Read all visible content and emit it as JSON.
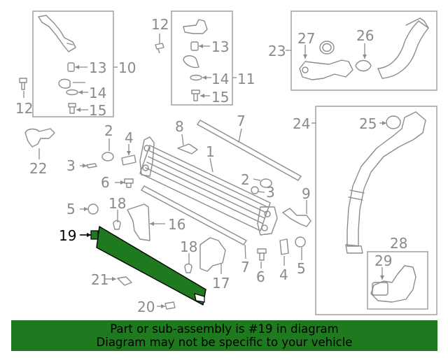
{
  "highlight": {
    "part_number": "19",
    "color": "#1f7a1f"
  },
  "labels": {
    "l1": "1",
    "l2a": "2",
    "l2b": "2",
    "l3a": "3",
    "l3b": "3",
    "l4a": "4",
    "l4b": "4",
    "l5a": "5",
    "l5b": "5",
    "l6a": "6",
    "l6b": "6",
    "l7a": "7",
    "l7b": "7",
    "l8": "8",
    "l9": "9",
    "l10": "10",
    "l11": "11",
    "l12a": "12",
    "l12b": "12",
    "l13a": "13",
    "l13b": "13",
    "l14a": "14",
    "l14b": "14",
    "l15a": "15",
    "l15b": "15",
    "l16": "16",
    "l17": "17",
    "l18a": "18",
    "l18b": "18",
    "l19": "19",
    "l20": "20",
    "l21": "21",
    "l22": "22",
    "l23": "23",
    "l24": "24",
    "l25": "25",
    "l26": "26",
    "l27": "27",
    "l28": "28",
    "l29": "29"
  },
  "banner": {
    "line1": "Part or sub-assembly is #19 in diagram",
    "line2": "Diagram may not be specific to your vehicle",
    "background": "#1f7a1f"
  }
}
